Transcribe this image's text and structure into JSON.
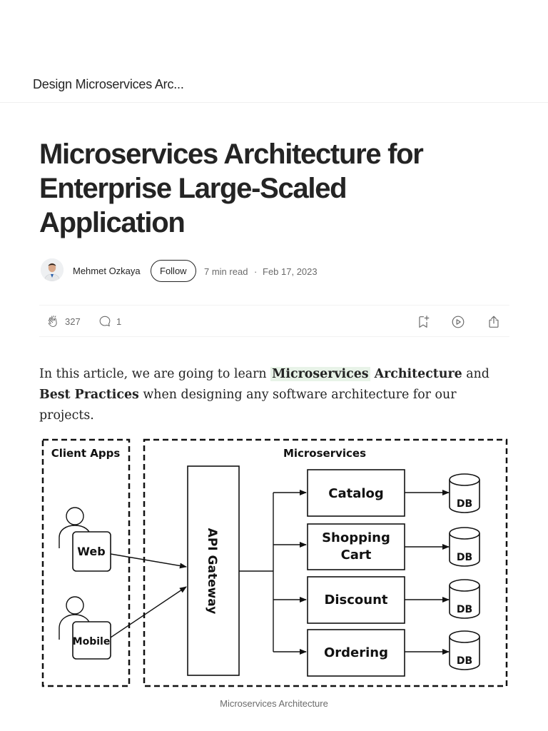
{
  "topbar": {
    "title": "Design Microservices Arc..."
  },
  "article": {
    "title": "Microservices Architecture for Enterprise Large-Scaled Application",
    "author": "Mehmet Ozkaya",
    "follow_label": "Follow",
    "read_time": "7 min read",
    "separator": "·",
    "date": "Feb 17, 2023",
    "claps": "327",
    "comments": "1",
    "intro": {
      "p1": "In this article, we are going to learn ",
      "microservices": "Microservices",
      "architecture": " Architecture",
      "p2": " and ",
      "best_practices": "Best Practices",
      "p3": " when designing any software architecture for our projects."
    }
  },
  "diagram": {
    "client_apps_label": "Client Apps",
    "microservices_label": "Microservices",
    "web_label": "Web",
    "mobile_label": "Mobile",
    "gateway_label": "API Gateway",
    "services": [
      "Catalog",
      "Shopping",
      "Cart",
      "Discount",
      "Ordering"
    ],
    "db_label": "DB"
  },
  "caption": "Microservices Architecture",
  "icons": {
    "clap": "clap-icon",
    "comment": "comment-icon",
    "bookmark": "bookmark-add-icon",
    "listen": "play-icon",
    "share": "share-icon"
  }
}
